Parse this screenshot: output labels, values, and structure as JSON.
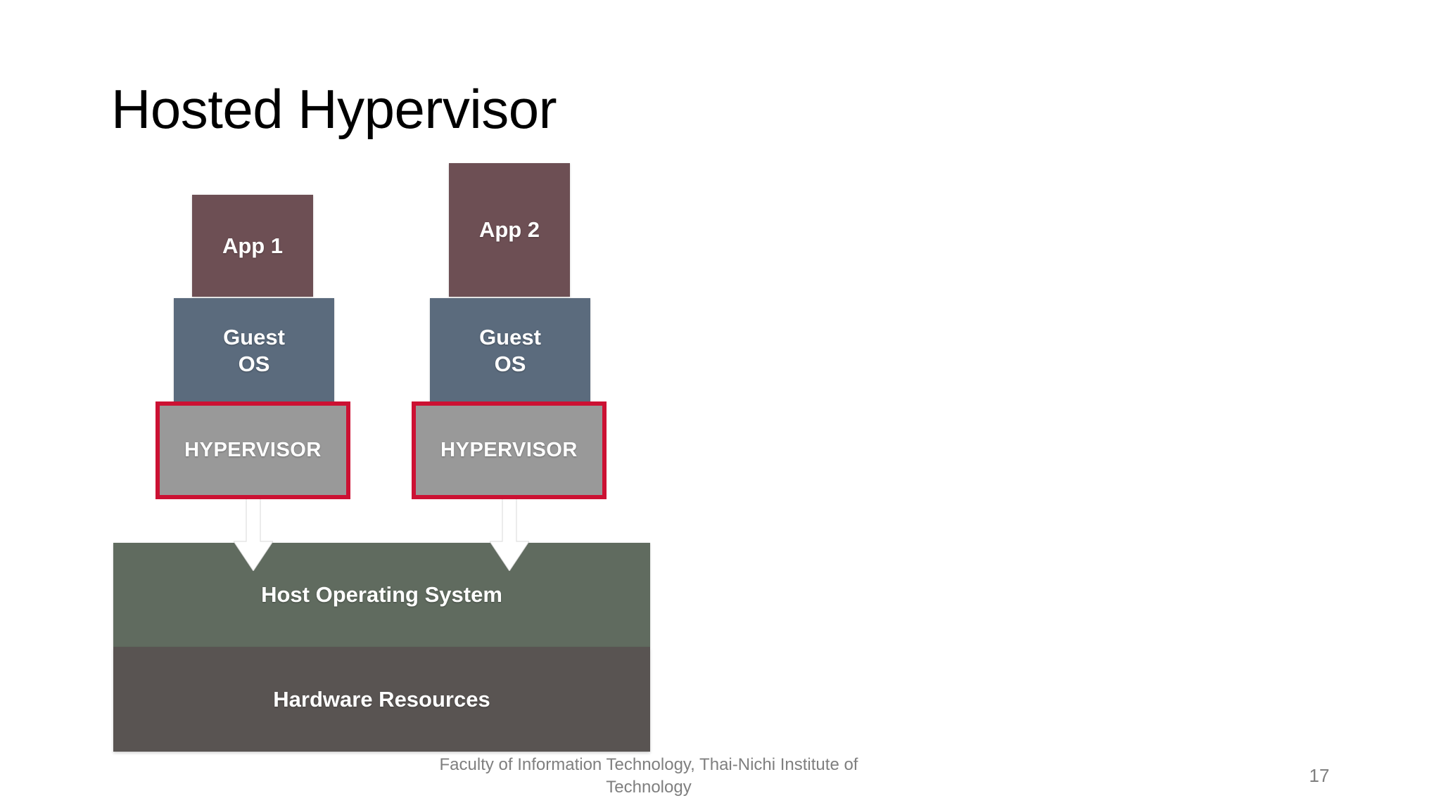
{
  "slide": {
    "title": "Hosted Hypervisor",
    "page_number": "17",
    "footer": "Faculty of Information Technology, Thai-Nichi Institute of Technology",
    "background_color": "#ffffff"
  },
  "diagram": {
    "type": "layered-architecture-stack",
    "colors": {
      "app": "#6d4f54",
      "guest_os": "#5b6b7d",
      "hypervisor_fill": "#999999",
      "hypervisor_border": "#cc1133",
      "host_os": "#606b5f",
      "hardware": "#595452",
      "arrow": "#ffffff",
      "label_text": "#ffffff"
    },
    "stacks": [
      {
        "app_label": "App 1",
        "guest_os_label_line1": "Guest",
        "guest_os_label_line2": "OS",
        "hypervisor_label": "HYPERVISOR"
      },
      {
        "app_label": "App 2",
        "guest_os_label_line1": "Guest",
        "guest_os_label_line2": "OS",
        "hypervisor_label": "HYPERVISOR"
      }
    ],
    "bands": [
      {
        "label": "Host Operating System"
      },
      {
        "label": "Hardware Resources"
      }
    ]
  }
}
